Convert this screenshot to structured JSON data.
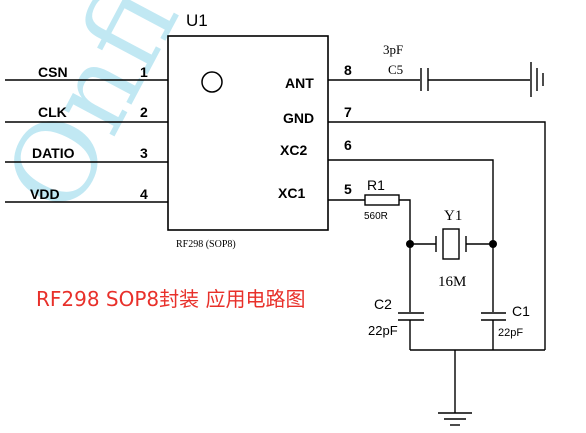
{
  "chip": {
    "ref": "U1",
    "part_label": "RF298 (SOP8)"
  },
  "pins_left": [
    {
      "name": "CSN",
      "num": "1"
    },
    {
      "name": "CLK",
      "num": "2"
    },
    {
      "name": "DATIO",
      "num": "3"
    },
    {
      "name": "VDD",
      "num": "4"
    }
  ],
  "pins_right": [
    {
      "name": "ANT",
      "num": "8"
    },
    {
      "name": "GND",
      "num": "7"
    },
    {
      "name": "XC2",
      "num": "6"
    },
    {
      "name": "XC1",
      "num": "5"
    }
  ],
  "components": {
    "c5": {
      "ref": "C5",
      "value": "3pF"
    },
    "r1": {
      "ref": "R1",
      "value": "560R"
    },
    "y1": {
      "ref": "Y1",
      "value": "16M"
    },
    "c2": {
      "ref": "C2",
      "value": "22pF"
    },
    "c1": {
      "ref": "C1",
      "value": "22pF"
    }
  },
  "caption": "RF298 SOP8封装 应用电路图",
  "watermark": "Onfi",
  "colors": {
    "caption": "#e8302a",
    "watermark": "#8fd6ea",
    "line": "#000000"
  }
}
